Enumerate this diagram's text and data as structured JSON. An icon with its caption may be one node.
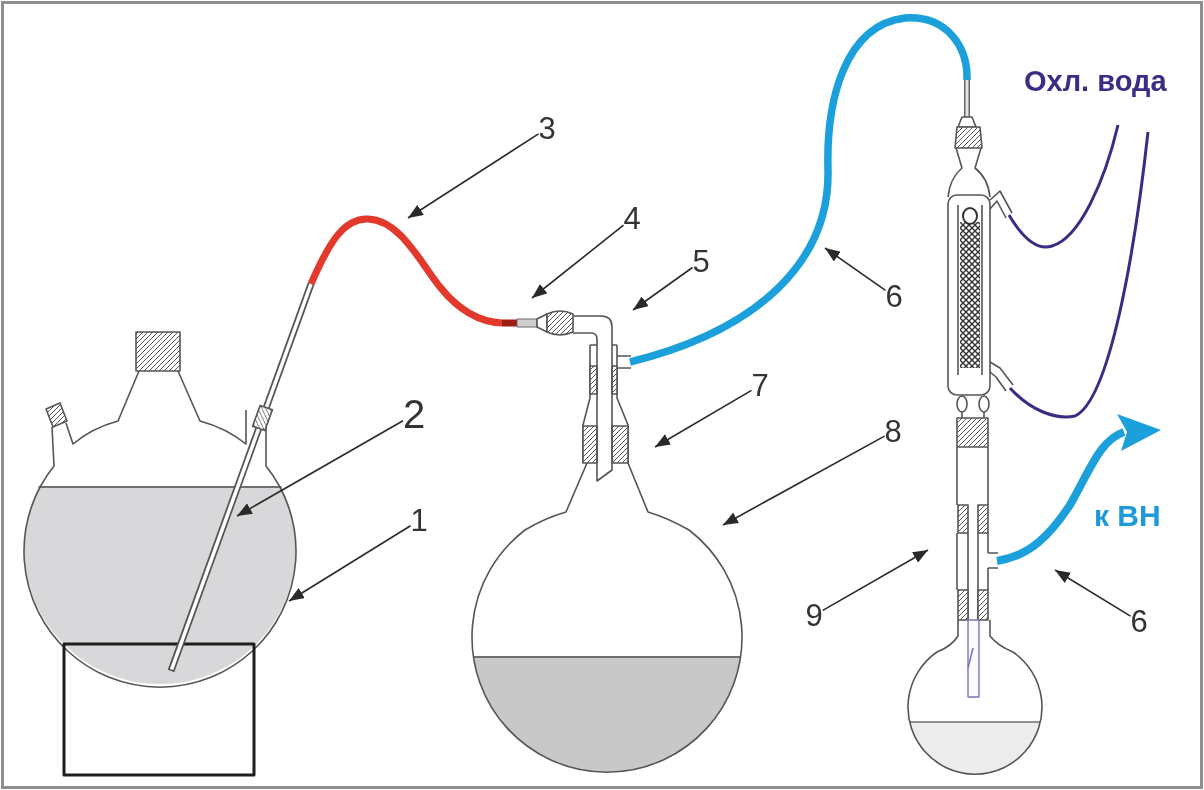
{
  "diagram": {
    "nodes": [
      {
        "text": [
          "3"
        ]
      },
      {
        "text": [
          "4"
        ]
      },
      {
        "text": [
          "5"
        ]
      },
      {
        "text": [
          "6"
        ]
      },
      {
        "text": [
          "7"
        ]
      },
      {
        "text": [
          "2"
        ]
      },
      {
        "text": [
          "8"
        ]
      },
      {
        "text": [
          "1"
        ]
      },
      {
        "text": [
          "9"
        ]
      },
      {
        "text": [
          "6"
        ]
      }
    ],
    "edges": [
      {
        "from": 0,
        "to": null,
        "arrow": "to"
      },
      {
        "from": 1,
        "to": null,
        "arrow": "to"
      },
      {
        "from": 2,
        "to": null,
        "arrow": "to"
      },
      {
        "from": 3,
        "to": null,
        "arrow": "to"
      },
      {
        "from": 4,
        "to": null,
        "arrow": "to"
      },
      {
        "from": 5,
        "to": null,
        "arrow": "to"
      },
      {
        "from": 6,
        "to": null,
        "arrow": "to"
      },
      {
        "from": 7,
        "to": null,
        "arrow": "to"
      },
      {
        "from": 8,
        "to": null,
        "arrow": "to"
      },
      {
        "from": 9,
        "to": null,
        "arrow": "to"
      }
    ],
    "labels": [
      "Охл. вода",
      "к ВН"
    ]
  }
}
